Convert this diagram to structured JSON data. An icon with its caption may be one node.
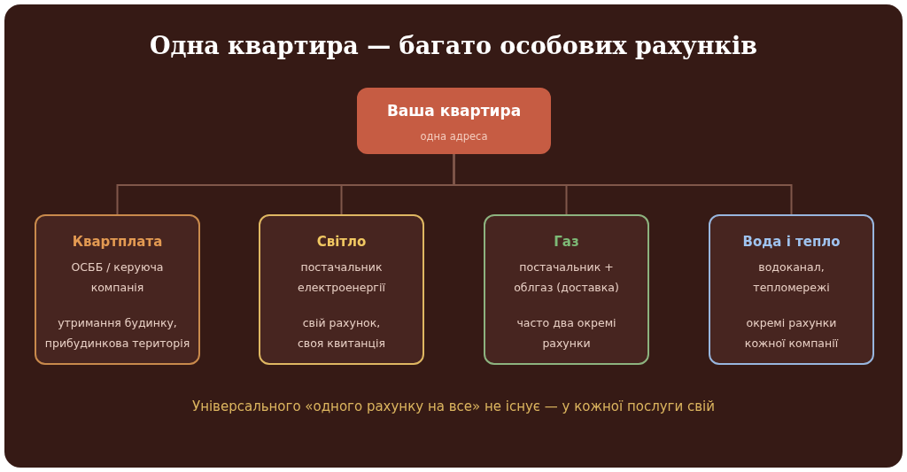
{
  "diagram": {
    "title": "Одна квартира — багато особових рахунків",
    "nodes": [
      {
        "text": [
          "Ваша квартира",
          "одна адреса"
        ]
      },
      {
        "text": [
          "Квартплата",
          "ОСББ / керуюча компанія",
          "утримання будинку, прибудинкова територія"
        ]
      },
      {
        "text": [
          "Світло",
          "постачальник електроенергії",
          "свій рахунок, своя квитанція"
        ]
      },
      {
        "text": [
          "Газ",
          "постачальник + облгаз (доставка)",
          "часто два окремі рахунки"
        ]
      },
      {
        "text": [
          "Вода і тепло",
          "водоканал, тепломережі",
          "окремі рахунки кожної компанії"
        ]
      }
    ],
    "edges": [
      {
        "from": 0,
        "to": 1,
        "arrow": "none"
      },
      {
        "from": 0,
        "to": 2,
        "arrow": "none"
      },
      {
        "from": 0,
        "to": 3,
        "arrow": "none"
      },
      {
        "from": 0,
        "to": 4,
        "arrow": "none"
      }
    ],
    "labels": [
      "Універсального «одного рахунку на все» не існує — у кожної послуги свій"
    ]
  }
}
